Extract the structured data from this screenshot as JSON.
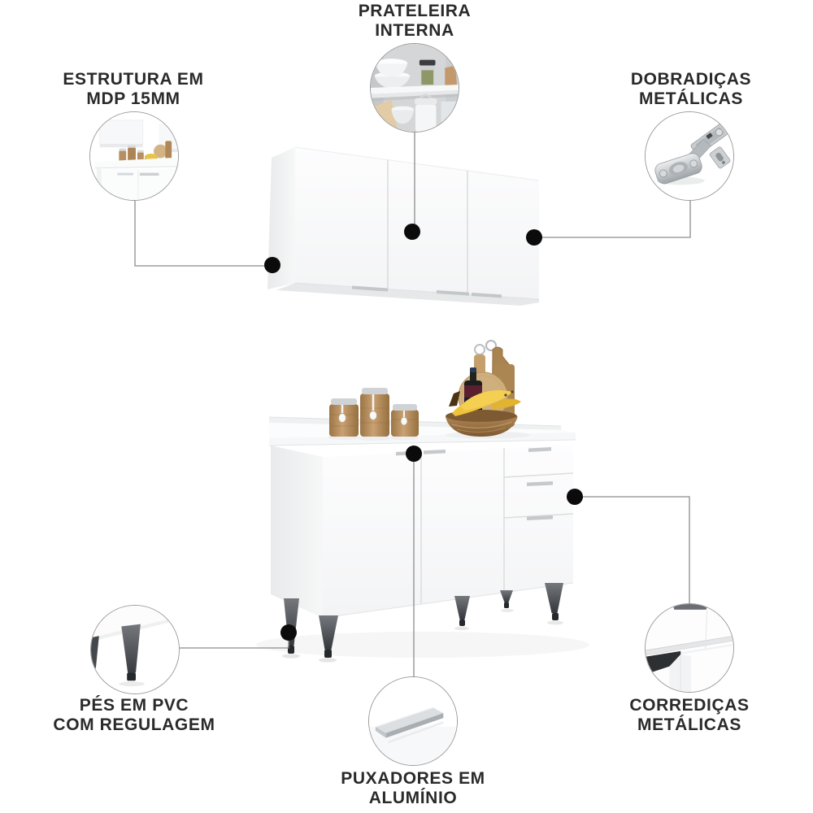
{
  "callouts": {
    "prateleira": {
      "line1": "PRATELEIRA",
      "line2": "INTERNA",
      "icon": "shelf-interior-photo"
    },
    "estrutura": {
      "line1": "ESTRUTURA EM",
      "line2": "MDP 15MM",
      "icon": "cabinet-set-photo"
    },
    "dobradicas": {
      "line1": "DOBRADIÇAS",
      "line2": "METÁLICAS",
      "icon": "metal-hinge-photo"
    },
    "pes": {
      "line1": "PÉS EM PVC",
      "line2": "COM REGULAGEM",
      "icon": "adjustable-foot-photo"
    },
    "puxadores": {
      "line1": "PUXADORES EM",
      "line2": "ALUMÍNIO",
      "icon": "aluminum-handle-photo"
    },
    "corredicas": {
      "line1": "CORREDIÇAS",
      "line2": "METÁLICAS",
      "icon": "drawer-slide-photo"
    }
  },
  "colors": {
    "background": "#ffffff",
    "label_text": "#2a2a2a",
    "connector_line": "#8c8c8c",
    "callout_dot": "#0b0b0b",
    "circle_border": "#9b9b9b",
    "cabinet_white": "#fbfbfc",
    "leg_gray": "#45484d",
    "wood": "#b08a5c",
    "banana_yellow": "#eec23a"
  }
}
